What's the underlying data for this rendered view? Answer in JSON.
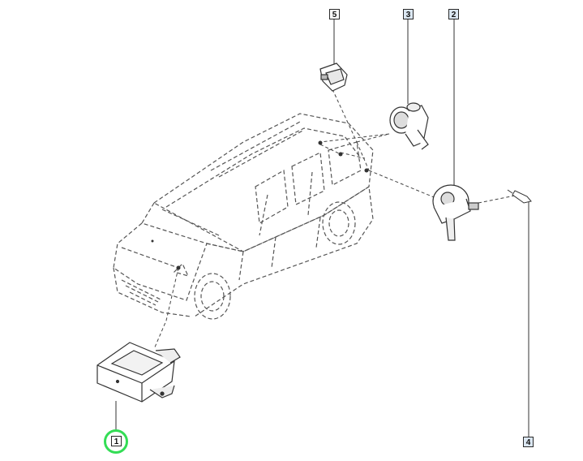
{
  "callouts": [
    {
      "id": "1",
      "label": "1"
    },
    {
      "id": "2",
      "label": "2"
    },
    {
      "id": "3",
      "label": "3"
    },
    {
      "id": "4",
      "label": "4"
    },
    {
      "id": "5",
      "label": "5"
    }
  ],
  "highlight": {
    "target": "1",
    "color": "#33dd55"
  },
  "colors": {
    "line": "#3a3a3a",
    "dash": "#555555",
    "callout_blue": "#dbe7f2"
  }
}
